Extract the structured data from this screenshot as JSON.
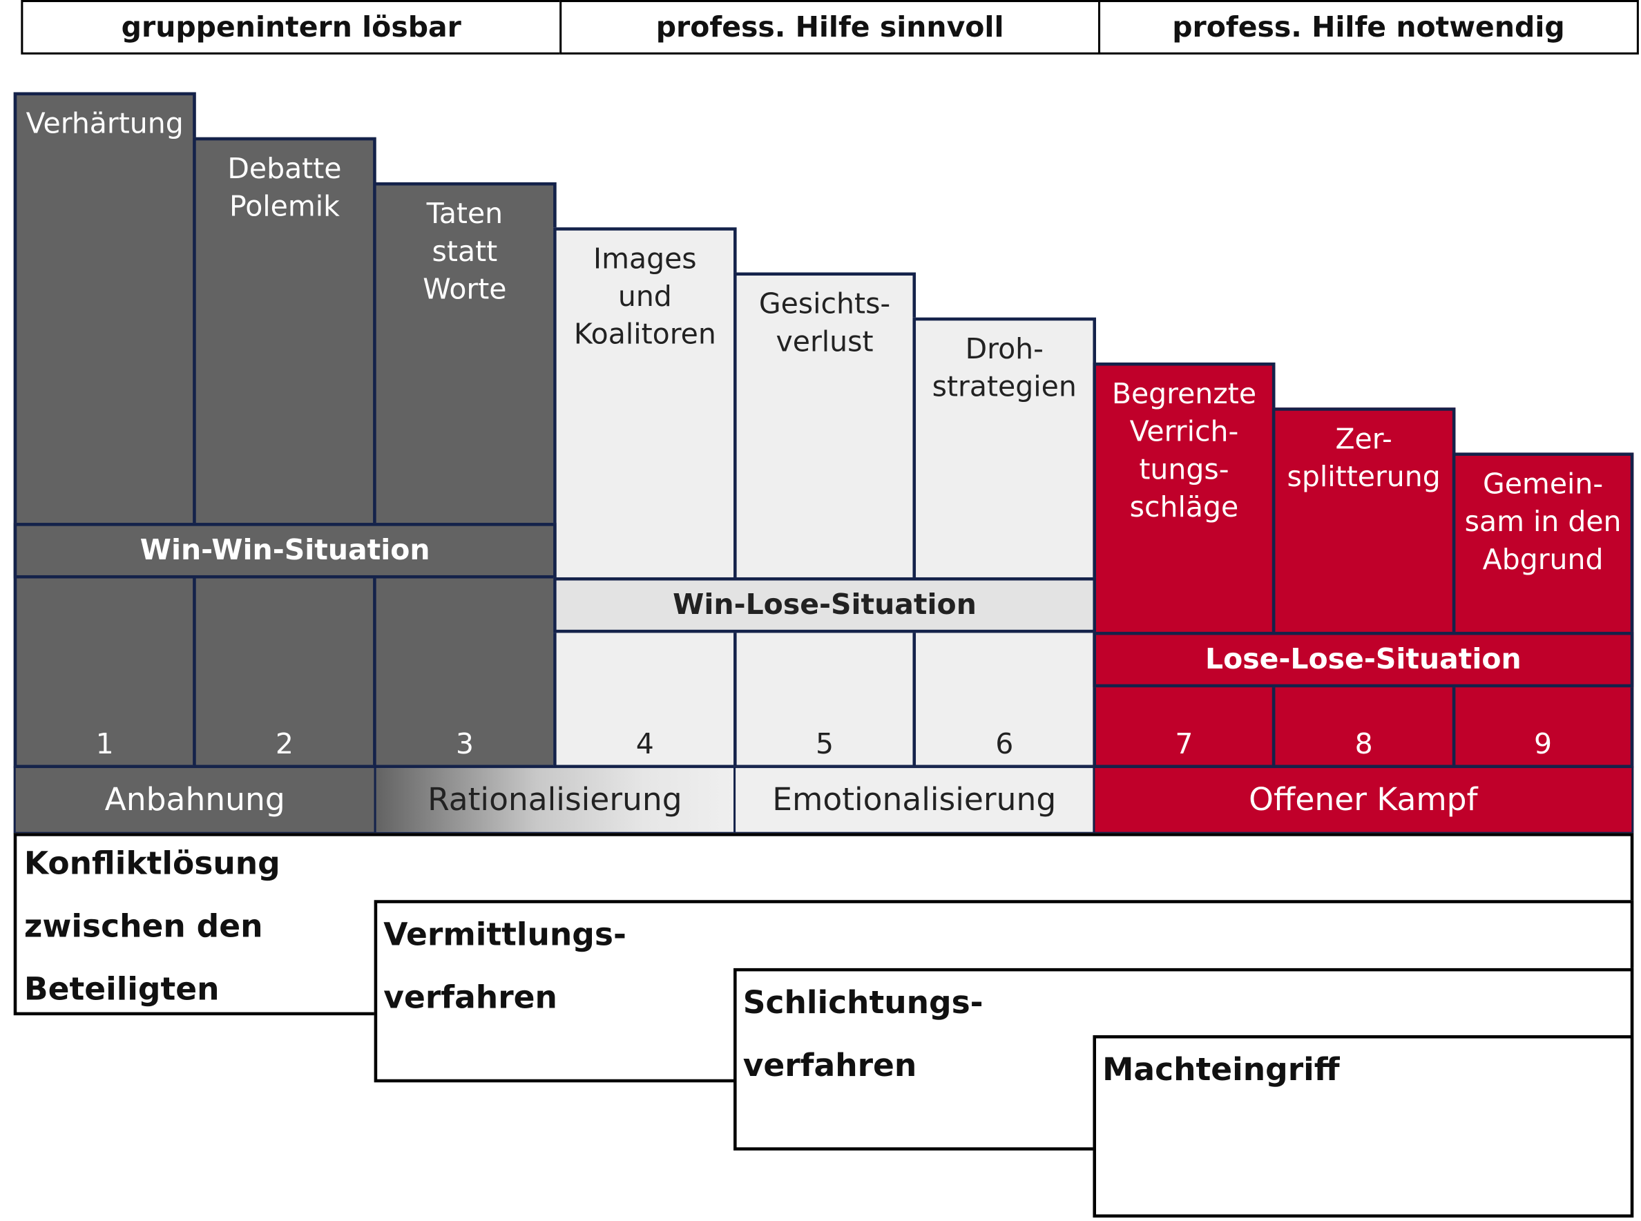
{
  "header": [
    {
      "label": "gruppenintern lösbar"
    },
    {
      "label": "profess. Hilfe sinnvoll"
    },
    {
      "label": "profess. Hilfe notwendig"
    }
  ],
  "stages": [
    {
      "number": "1",
      "name": "Verhärtung"
    },
    {
      "number": "2",
      "name": "Debatte\nPolemik"
    },
    {
      "number": "3",
      "name": "Taten\nstatt\nWorte"
    },
    {
      "number": "4",
      "name": "Images\nund\nKoalitoren"
    },
    {
      "number": "5",
      "name": "Gesichts-\nverlust"
    },
    {
      "number": "6",
      "name": "Droh-\nstrategien"
    },
    {
      "number": "7",
      "name": "Begrenzte\nVerrich-\ntungs-\nschläge"
    },
    {
      "number": "8",
      "name": "Zer-\nsplitterung"
    },
    {
      "number": "9",
      "name": "Gemein-\nsam in den\nAbgrund"
    }
  ],
  "situations": {
    "win_win": "Win-Win-Situation",
    "win_lose": "Win-Lose-Situation",
    "lose_lose": "Lose-Lose-Situation"
  },
  "phases": {
    "anbahnung": "Anbahnung",
    "rationalisierung": "Rationalisierung",
    "emotionalisierung": "Emotionalisierung",
    "offener_kampf": "Offener Kampf"
  },
  "resolution": {
    "konfliktloesung": "Konfliktlösung\nzwischen den\nBeteiligten",
    "vermittlung": "Vermittlungs-\nverfahren",
    "schlichtung": "Schlichtungs-\nverfahren",
    "machteingriff": "Machteingriff"
  },
  "colors": {
    "dark_gray": "#636363",
    "light_gray": "#efefef",
    "red": "#c0002a",
    "border_navy": "#14224a"
  }
}
